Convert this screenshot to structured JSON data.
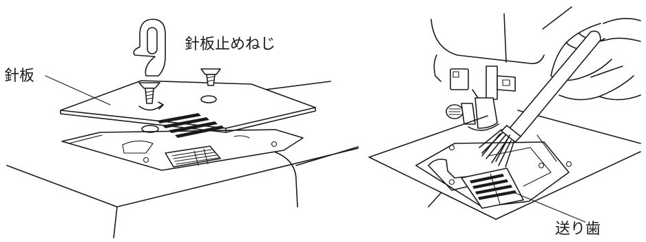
{
  "labels": {
    "needle_plate": "針板",
    "needle_plate_screw": "針板止めねじ",
    "feed_dog": "送り歯"
  }
}
